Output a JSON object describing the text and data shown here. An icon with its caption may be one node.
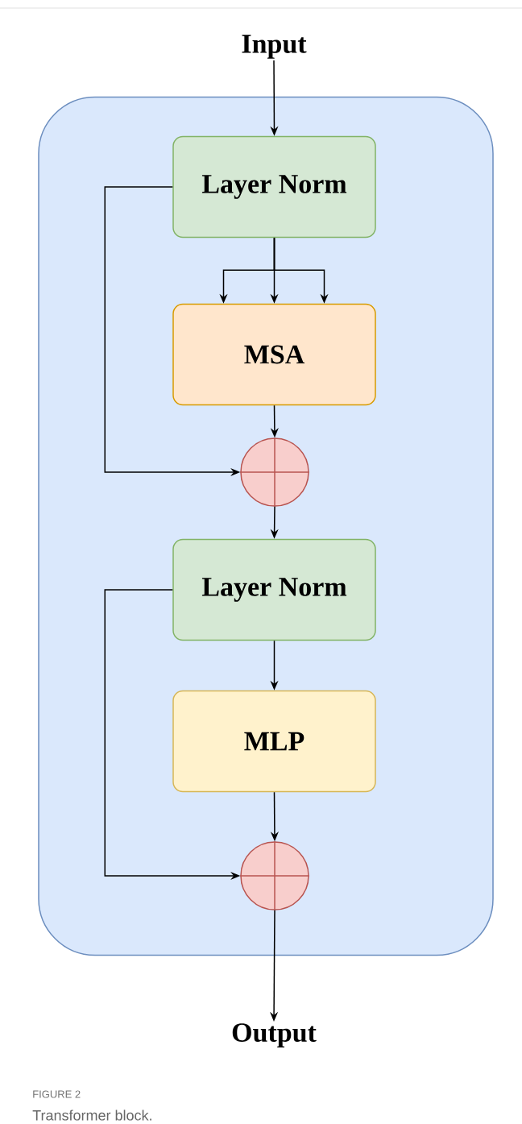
{
  "diagram": {
    "caption": "Transformer block.",
    "nodes": [
      {
        "text": [
          "Input"
        ]
      },
      {
        "text": [],
        "shape": "box"
      },
      {
        "text": [
          "Layer Norm"
        ],
        "in": 1
      },
      {
        "text": [
          "MSA"
        ],
        "in": 1
      },
      {
        "text": [],
        "shape": "circle",
        "in": 1
      },
      {
        "text": [
          "Layer Norm"
        ],
        "in": 1
      },
      {
        "text": [
          "MLP"
        ],
        "in": 1
      },
      {
        "text": [],
        "shape": "circle",
        "in": 1
      },
      {
        "text": [
          "Output"
        ]
      }
    ],
    "edges": [
      {
        "from": 0,
        "to": 2,
        "arrow": "to"
      },
      {
        "from": 2,
        "to": 3,
        "arrow": "to"
      },
      {
        "from": 2,
        "to": 3,
        "arrow": "to"
      },
      {
        "from": 2,
        "to": 3,
        "arrow": "to"
      },
      {
        "from": 3,
        "to": 4,
        "arrow": "to"
      },
      {
        "from": 2,
        "to": 4,
        "arrow": "to"
      },
      {
        "from": 4,
        "to": 5,
        "arrow": "to"
      },
      {
        "from": 5,
        "to": 6,
        "arrow": "to"
      },
      {
        "from": 6,
        "to": 7,
        "arrow": "to"
      },
      {
        "from": 5,
        "to": 7,
        "arrow": "to"
      },
      {
        "from": 7,
        "to": 8,
        "arrow": "to"
      }
    ],
    "labels": [
      "FIGURE 2"
    ]
  }
}
